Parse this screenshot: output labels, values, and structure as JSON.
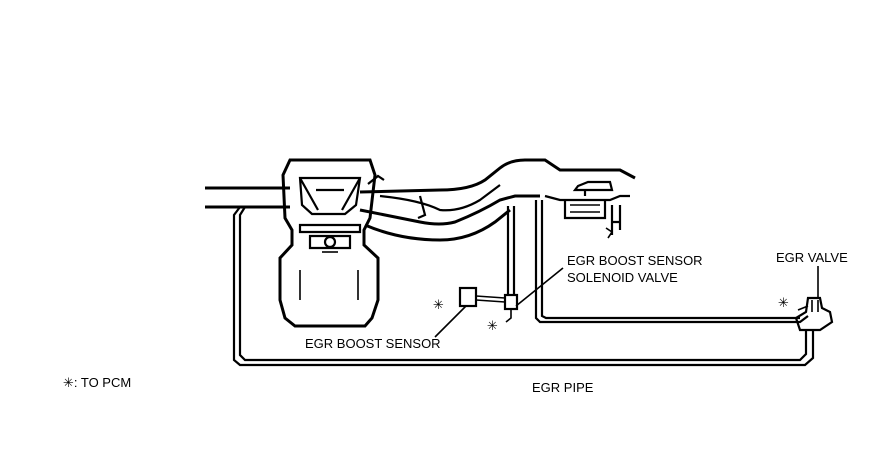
{
  "labels": {
    "egr_boost_sensor_solenoid_line1": "EGR BOOST SENSOR",
    "egr_boost_sensor_solenoid_line2": "SOLENOID VALVE",
    "egr_valve": "EGR VALVE",
    "egr_boost_sensor": "EGR BOOST SENSOR",
    "egr_pipe": "EGR PIPE",
    "legend": "✳: TO PCM"
  },
  "markers": {
    "to_pcm": "✳"
  }
}
